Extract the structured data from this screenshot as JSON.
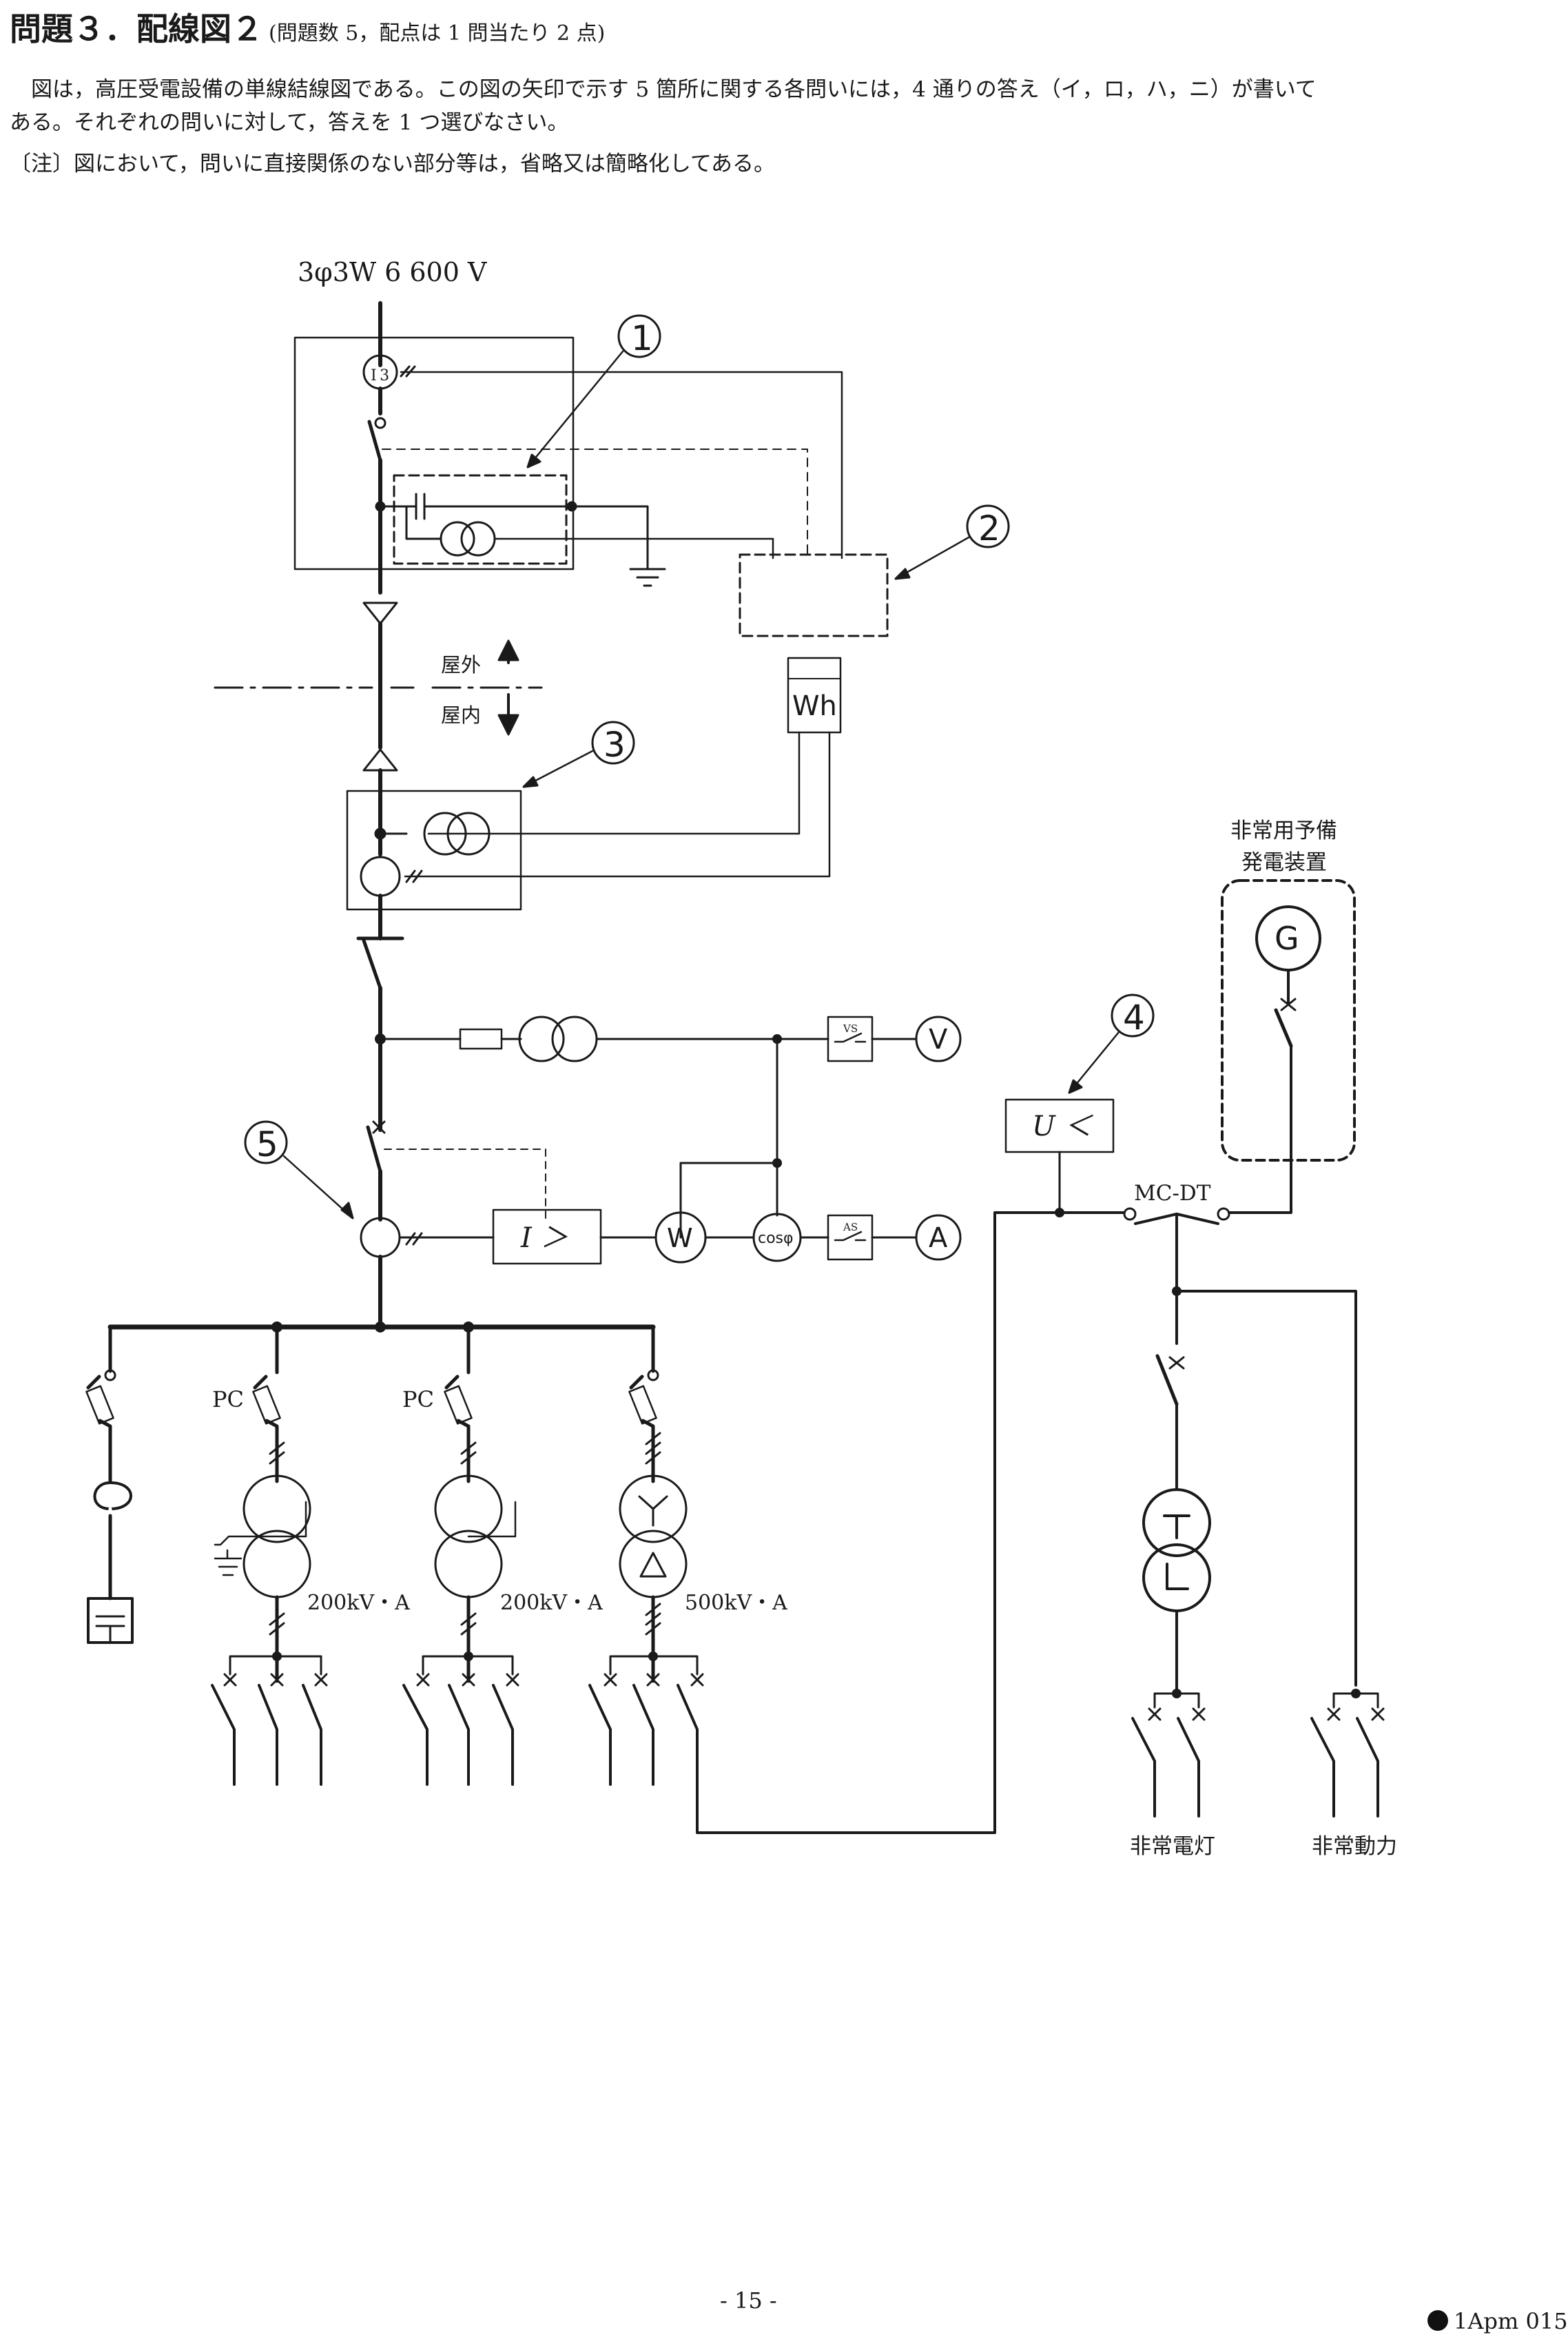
{
  "header": {
    "title": "問題３．配線図２",
    "subtitle": "(問題数 5，配点は 1 問当たり 2 点)"
  },
  "instructions": {
    "line1": "　図は，高圧受電設備の単線結線図である。この図の矢印で示す 5 箇所に関する各問いには，4 通りの答え（イ，ロ，ハ，ニ）が書いて",
    "line2": "ある。それぞれの問いに対して，答えを 1 つ選びなさい。",
    "note": "〔注〕図において，問いに直接関係のない部分等は，省略又は簡略化してある。"
  },
  "diagram": {
    "supply_label": "3φ3W  6 600 V",
    "callouts": [
      "①",
      "②",
      "③",
      "④",
      "⑤"
    ],
    "outdoor_label": "屋外",
    "indoor_label": "屋内",
    "wh_label": "Wh",
    "generator_title_line1": "非常用予備",
    "generator_title_line2": "発電装置",
    "generator_symbol": "G",
    "voltmeter_symbol": "V",
    "ammeter_symbol": "A",
    "wattmeter_symbol": "W",
    "pf_meter_symbol": "cosφ",
    "vs_label": "VS",
    "as_label": "AS",
    "overcurrent_relay_label": "I ＞",
    "undervoltage_relay_label": "U ＜",
    "mc_dt_label": "MC-DT",
    "pc_label_1": "PC",
    "pc_label_2": "PC",
    "tr1_rating": "200kV・A",
    "tr2_rating": "200kV・A",
    "tr3_rating": "500kV・A",
    "emergency_lighting_label": "非常電灯",
    "emergency_power_label": "非常動力",
    "zct_label": "I 3"
  },
  "footer": {
    "page_number": "- 15 -",
    "code": "1Apm 015"
  },
  "colors": {
    "ink": "#1a1a1a",
    "background": "#ffffff"
  },
  "icons": {
    "callout": "circled-number",
    "generator": "circle-letter-g",
    "meter": "circle-letter",
    "transformer": "double-circle",
    "breaker": "switch-with-cross",
    "ground": "ground-symbol"
  }
}
